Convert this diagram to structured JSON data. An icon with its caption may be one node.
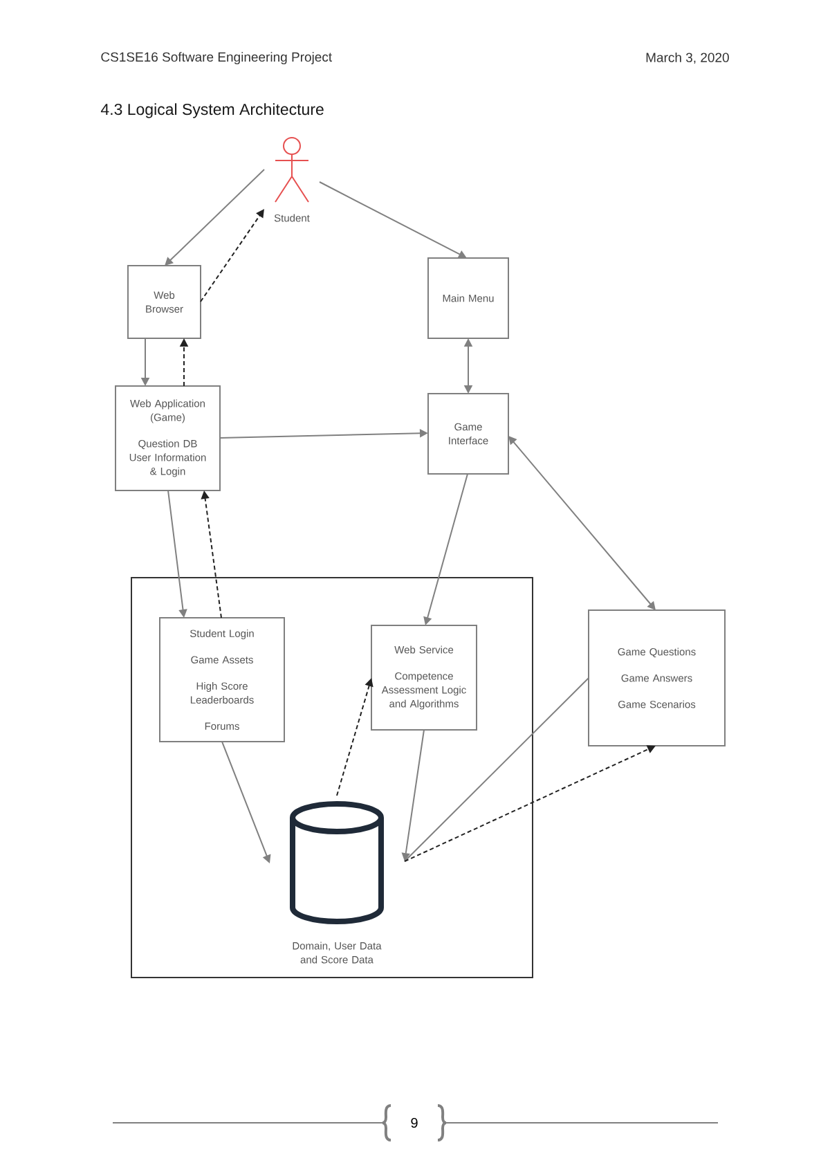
{
  "diagram": {
    "title": "4.3 Logical System Architecture",
    "nodes": [
      {
        "text": [
          "Student"
        ]
      },
      {
        "text": [
          "Web Browser"
        ]
      },
      {
        "text": [
          "Main Menu"
        ]
      },
      {
        "text": [
          "Web Application (Game)",
          "Question DB User Information & Login"
        ]
      },
      {
        "text": [
          "Game Interface"
        ]
      },
      {
        "text": [],
        "shape": "box"
      },
      {
        "text": [
          "Student Login",
          "Game Assets",
          "High Score Leaderboards",
          "Forums"
        ],
        "in": 5
      },
      {
        "text": [
          "Web Service",
          "Competence Assessment Logic and Algorithms"
        ],
        "in": 5
      },
      {
        "text": [
          "Game Questions",
          "Game Answers",
          "Game Scenarios"
        ]
      },
      {
        "text": [
          "Domain, User Data and Score Data"
        ],
        "in": 5
      }
    ],
    "edges": [
      {
        "from": 0,
        "to": 1,
        "arrow": "to"
      },
      {
        "from": 1,
        "to": 0,
        "arrow": "to",
        "style": "dashed",
        "color": "#222222"
      },
      {
        "from": 0,
        "to": 2,
        "arrow": "to"
      },
      {
        "from": 1,
        "to": 3,
        "arrow": "to"
      },
      {
        "from": 3,
        "to": 1,
        "arrow": "to",
        "style": "dashed",
        "color": "#222222"
      },
      {
        "from": 2,
        "to": 4,
        "arrow": "both"
      },
      {
        "from": 3,
        "to": 4,
        "arrow": "to"
      },
      {
        "from": 4,
        "to": 8,
        "arrow": "both"
      },
      {
        "from": 3,
        "to": 6,
        "arrow": "to"
      },
      {
        "from": 6,
        "to": 3,
        "arrow": "to",
        "style": "dashed",
        "color": "#222222"
      },
      {
        "from": 4,
        "to": 7,
        "arrow": "to"
      },
      {
        "from": 6,
        "to": 9,
        "arrow": "to"
      },
      {
        "from": 9,
        "to": 7,
        "arrow": "to",
        "style": "dashed",
        "color": "#222222"
      },
      {
        "from": 7,
        "to": 9,
        "arrow": "to"
      },
      {
        "from": 8,
        "to": 9,
        "arrow": "none"
      },
      {
        "from": 9,
        "to": 8,
        "arrow": "to",
        "style": "dashed",
        "color": "#222222"
      }
    ],
    "labels": [
      "CS1SE16 Software Engineering Project",
      "March 3, 2020",
      "9"
    ]
  }
}
